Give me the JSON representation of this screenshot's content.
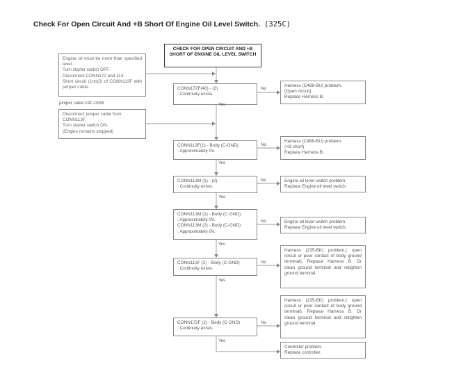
{
  "title": "Check For Open Circuit And +B Short Of Engine Oil Level Switch.",
  "code": "(325C)",
  "start_box": "CHECK FOR OPEN CIRCUIT AND +B SHORT OF ENGINE OIL LEVEL SWITCH",
  "notes": [
    "Engine oil must be more than specified level.\nTurn starter switch OFF.\nDisconnect CONN172 and 113.\nShort circuit (1)to(2) of CONN113F with jumper cable.",
    "Disconnect jumper cable from CONN113F.\nTurn starter switch ON.\n(Engine remains stopped)"
  ],
  "jumper_label": "jumper cable:19C-0158",
  "checks": [
    "CONN172F(40) - (2)\n: Continuity exists.",
    "CONN113F(1) - Body (C-GND)\n: Approximately 0V.",
    "CONN113M (1) - (2)\n: Continuity exists.",
    "CONN113M (1) - Body (C-GND)\n: Approximately 0V.\nCONN113M (2) - Body (C-GND)\n: Approximately 0V.",
    "CONN113F (2) - Body (C-GND)\n: Continuity exists.",
    "CONN172F (2) - Body (C-GND)\n: Continuity exists."
  ],
  "results": [
    "Harness (C468-BU) problem.\n(Open circuit)\nReplace Harness B.",
    "Harness (C468-BU) problem.\n(+B short)\nReplace Harness B.",
    "Engine oil level switch problem.\nReplace Engine oil level switch.",
    "Engine oil level switch problem.\nReplace Engine oil level switch.",
    "Harness (235-BK) problem.( open circuit or poor contact of body ground terminal). Replace Harness B. Or clean ground terminal and retighten ground terminal.",
    "Harness (235-BK) problem.( open circuit or poor contact of body ground terminal). Replace Harness B. Or clean ground terminal and retighten ground terminal.",
    "Controller problem.\nReplace controller."
  ],
  "no_label": "No",
  "yes_label": "Yes"
}
